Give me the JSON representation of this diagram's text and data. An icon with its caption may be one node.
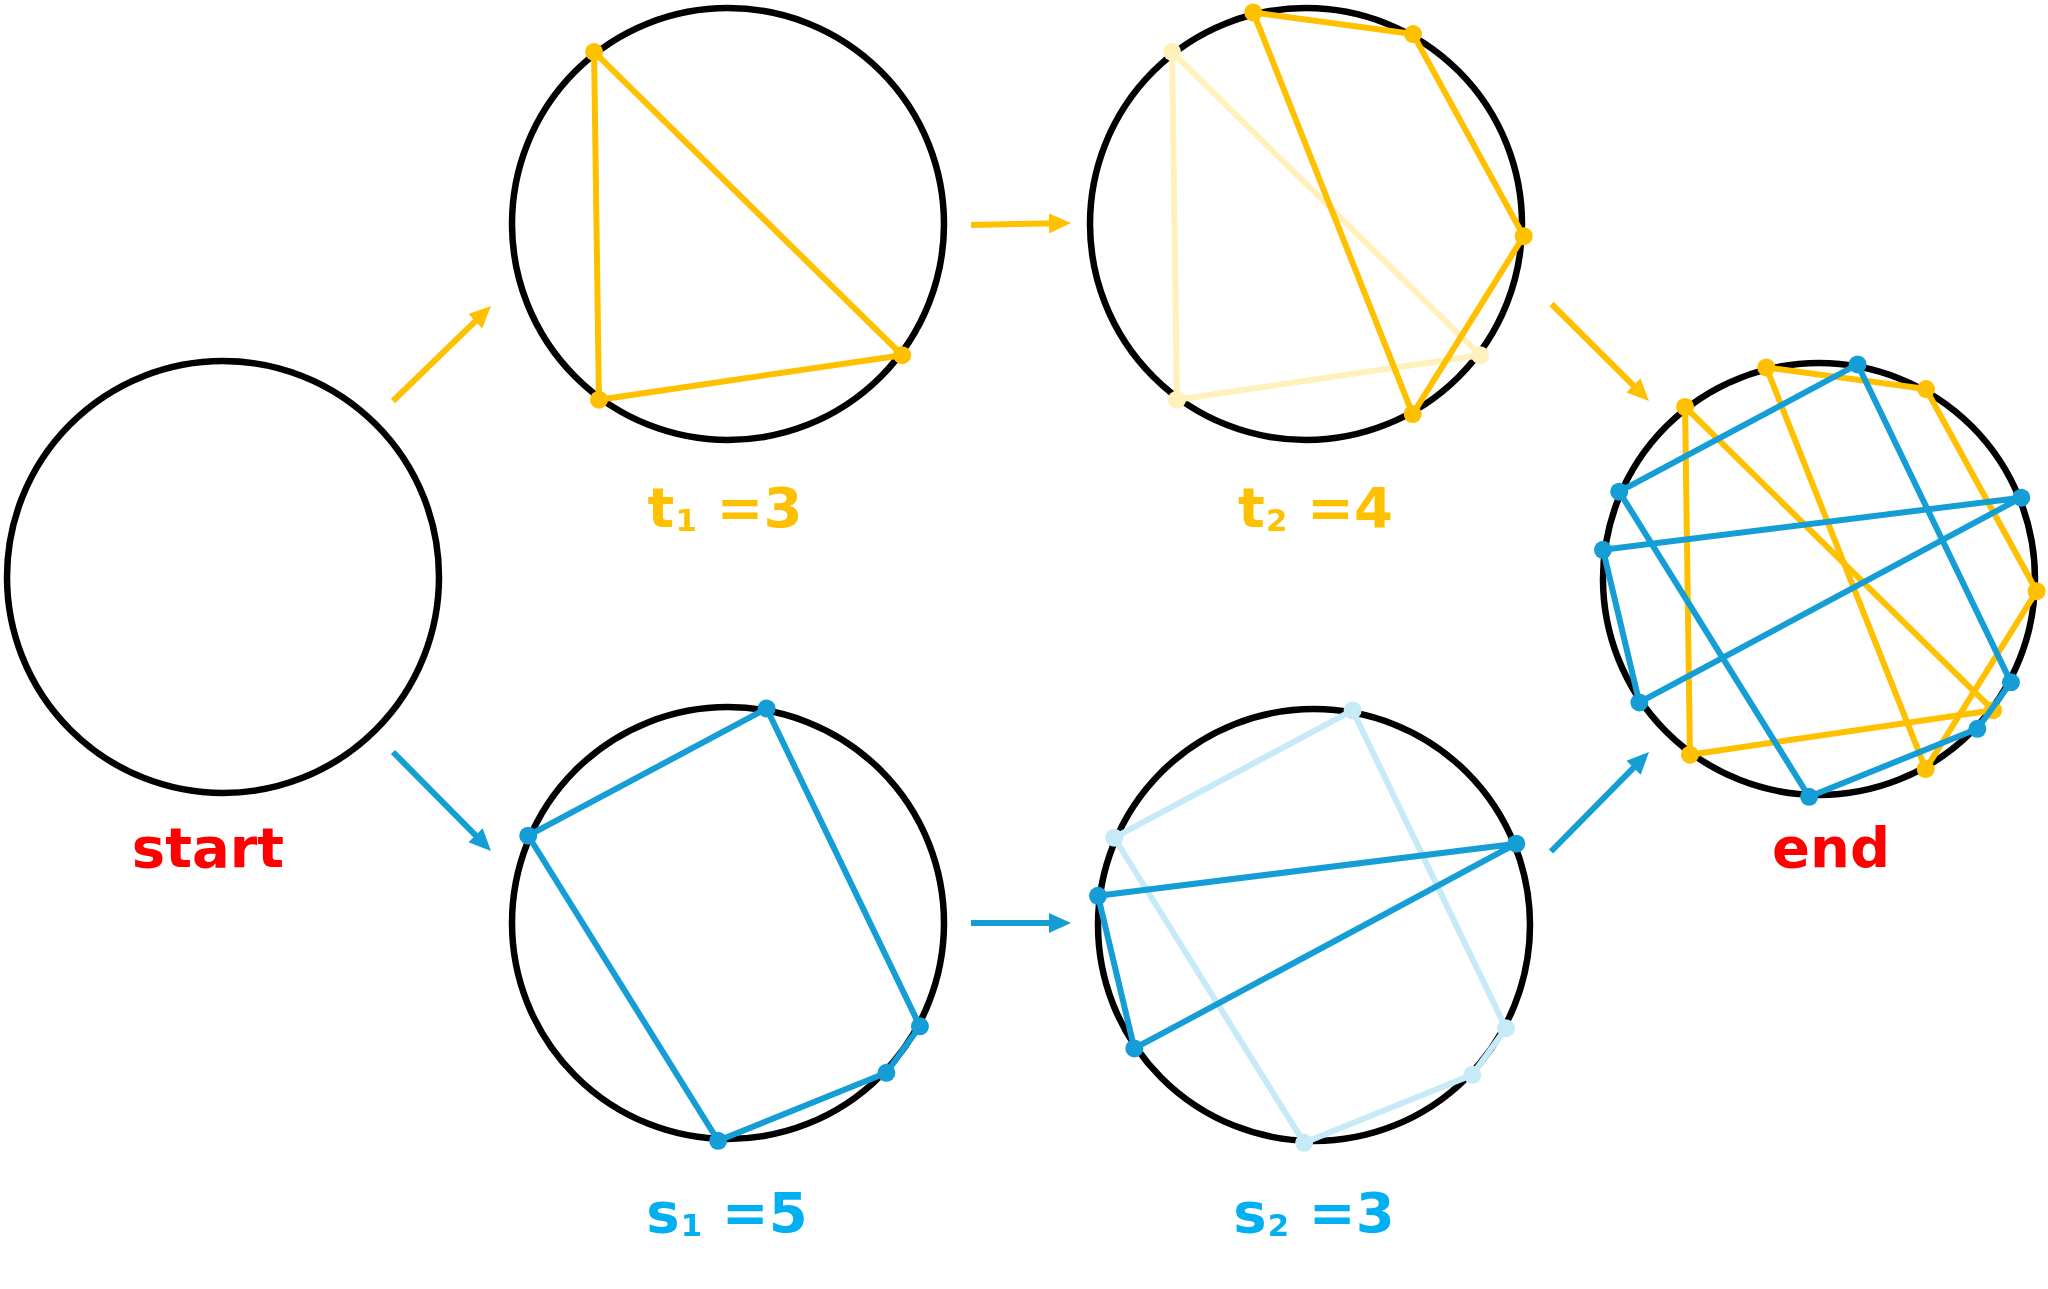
{
  "diagram": {
    "nodes": [
      {
        "text": [
          "start"
        ]
      },
      {
        "text": [
          "t$_{1}$ =3"
        ]
      },
      {
        "text": [
          "t$_{2}$ =4"
        ]
      },
      {
        "text": [
          "s$_{1}$ =5"
        ]
      },
      {
        "text": [
          "s$_{2}$ =3"
        ]
      },
      {
        "text": [
          "end"
        ]
      }
    ],
    "edges": [
      {
        "from": 0,
        "to": 1,
        "arrow": "to",
        "color": "#ffc000"
      },
      {
        "from": 0,
        "to": 3,
        "arrow": "to",
        "color": "#159ed6"
      },
      {
        "from": 1,
        "to": 2,
        "arrow": "to",
        "color": "#ffc000"
      },
      {
        "from": 3,
        "to": 4,
        "arrow": "to",
        "color": "#159ed6"
      },
      {
        "from": 2,
        "to": 5,
        "arrow": "to",
        "color": "#ffc000"
      },
      {
        "from": 4,
        "to": 5,
        "arrow": "to",
        "color": "#159ed6"
      }
    ]
  }
}
